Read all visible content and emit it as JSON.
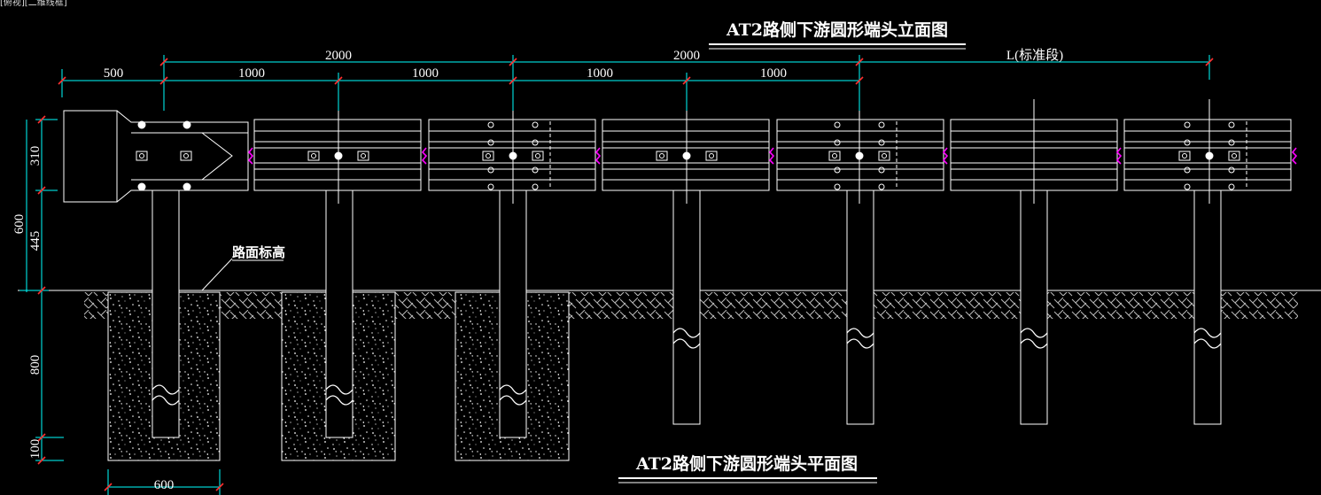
{
  "viewport_label": "[俯视][二维线框]",
  "titles": {
    "elevation": "AT2路侧下游圆形端头立面图",
    "plan": "AT2路侧下游圆形端头平面图"
  },
  "road_surface_label": "路面标高",
  "dimensions": {
    "top_500": "500",
    "top_2000_a": "2000",
    "top_2000_b": "2000",
    "top_L": "L(标准段)",
    "sub_1000_a": "1000",
    "sub_1000_b": "1000",
    "sub_1000_c": "1000",
    "sub_1000_d": "1000",
    "left_310": "310",
    "left_600": "600",
    "left_445": "445",
    "left_800": "800",
    "left_100": "100",
    "bottom_600": "600"
  },
  "colors": {
    "background": "#000000",
    "dimension": "#00ffff",
    "geometry": "#ffffff",
    "splice": "#ff00ff"
  }
}
